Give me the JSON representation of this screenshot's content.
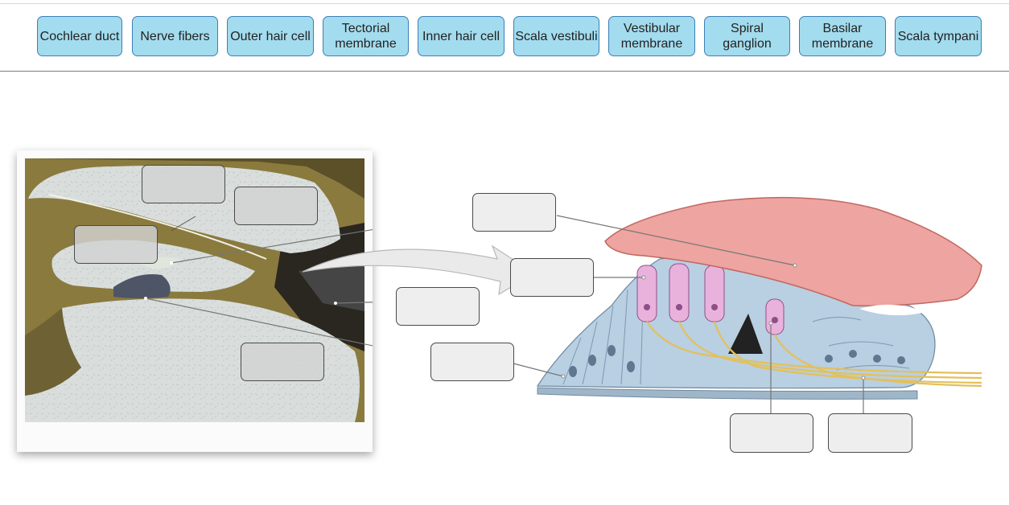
{
  "word_bank": [
    {
      "id": "cochlear-duct",
      "label": "Cochlear duct"
    },
    {
      "id": "nerve-fibers",
      "label": "Nerve fibers"
    },
    {
      "id": "outer-hair-cell",
      "label": "Outer hair cell"
    },
    {
      "id": "tectorial-membrane",
      "label": "Tectorial membrane"
    },
    {
      "id": "inner-hair-cell",
      "label": "Inner hair cell"
    },
    {
      "id": "scala-vestibuli",
      "label": "Scala vestibuli"
    },
    {
      "id": "vestibular-membrane",
      "label": "Vestibular membrane"
    },
    {
      "id": "spiral-ganglion",
      "label": "Spiral ganglion"
    },
    {
      "id": "basilar-membrane",
      "label": "Basilar membrane"
    },
    {
      "id": "scala-tympani",
      "label": "Scala tympani"
    }
  ],
  "drop_targets": [
    {
      "id": "photo-box-1",
      "value": ""
    },
    {
      "id": "photo-box-2",
      "value": ""
    },
    {
      "id": "photo-box-3",
      "value": ""
    },
    {
      "id": "photo-box-4",
      "value": ""
    },
    {
      "id": "mid-box-1",
      "value": ""
    },
    {
      "id": "mid-box-2",
      "value": ""
    },
    {
      "id": "mid-box-3",
      "value": ""
    },
    {
      "id": "mid-box-4",
      "value": ""
    },
    {
      "id": "bottom-box-1",
      "value": ""
    },
    {
      "id": "bottom-box-2",
      "value": ""
    }
  ],
  "colors": {
    "chip_fill": "#a3dcee",
    "chip_border": "#3b7fb6",
    "tectorial": "#eea4a0",
    "cells": "#b9cfe2",
    "hair_cells": "#e8b2dd",
    "nerve": "#e3c05b"
  }
}
